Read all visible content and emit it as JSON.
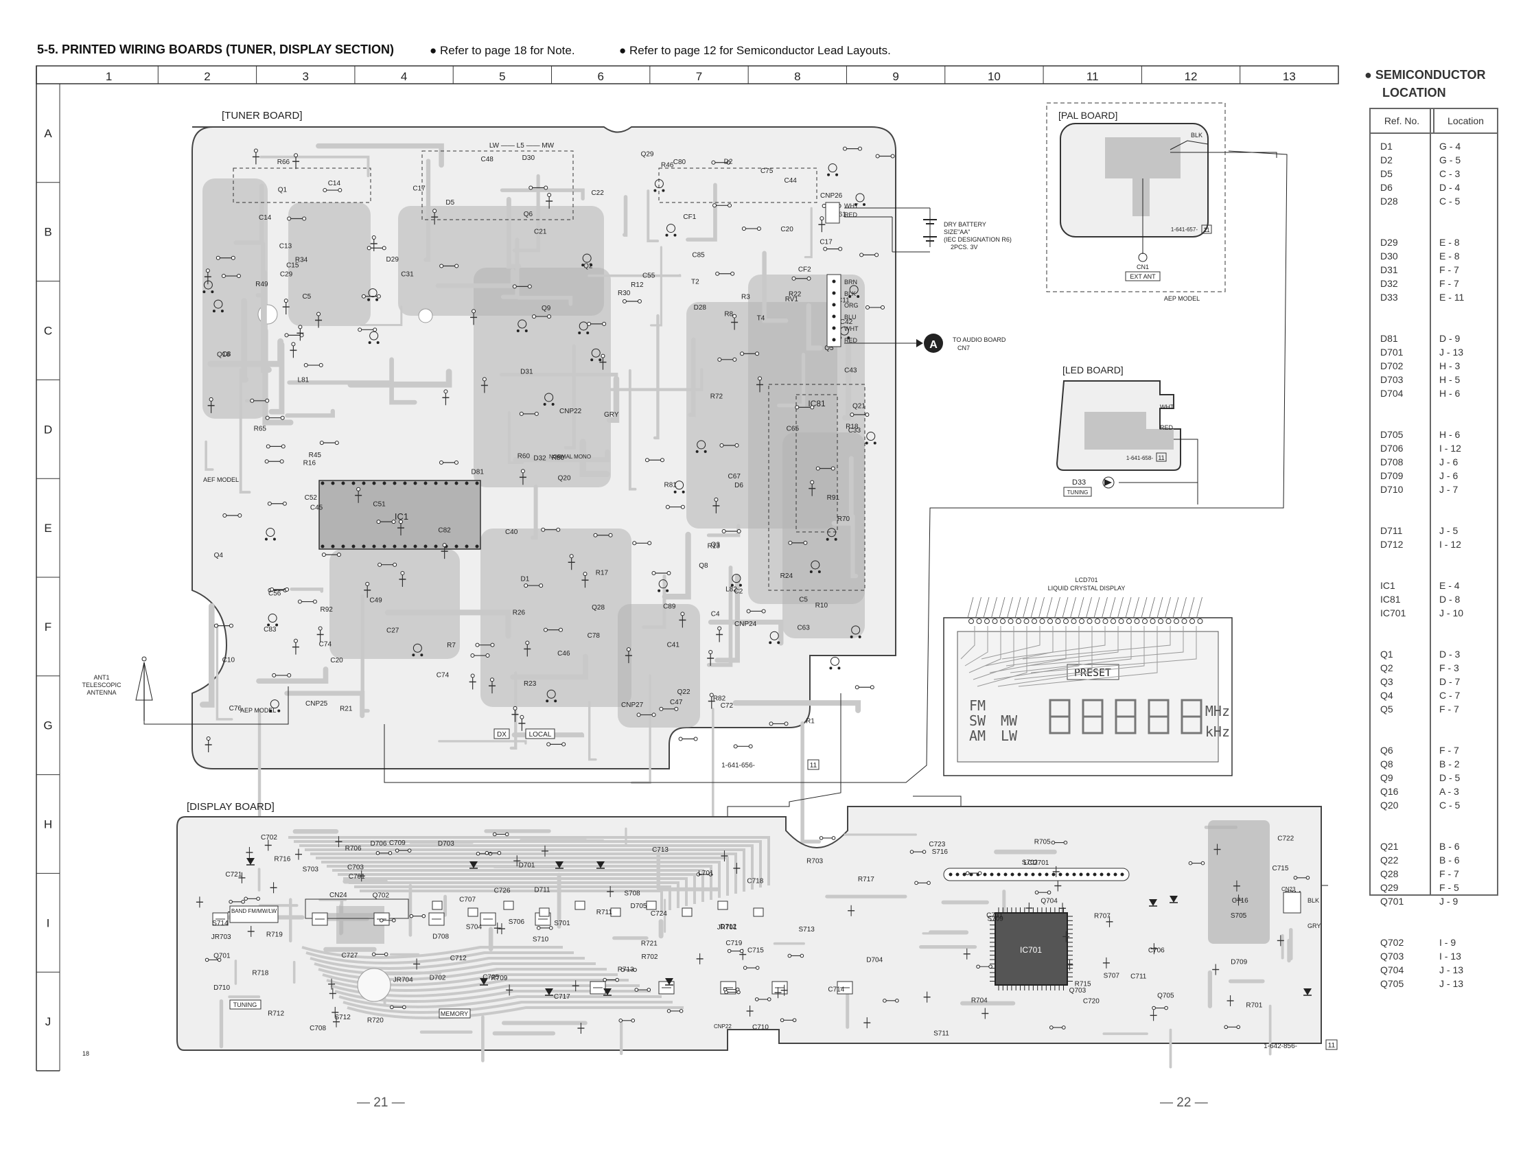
{
  "header": {
    "title": "5-5. PRINTED WIRING BOARDS (TUNER, DISPLAY SECTION)",
    "note1": "● Refer to page 18 for Note.",
    "note2": "● Refer to page 12 for Semiconductor Lead Layouts."
  },
  "grid": {
    "columns": [
      "1",
      "2",
      "3",
      "4",
      "5",
      "6",
      "7",
      "8",
      "9",
      "10",
      "11",
      "12",
      "13"
    ],
    "rows": [
      "A",
      "B",
      "C",
      "D",
      "E",
      "F",
      "G",
      "H",
      "I",
      "J"
    ]
  },
  "boards": {
    "tuner": {
      "title": "[TUNER BOARD]",
      "part_no": "1-641-656-",
      "mark": "11",
      "ic_label": "IC1",
      "ic81_label": "IC81",
      "lw_band": "LW —— L5 —— MW",
      "aef_model": "AEF MODEL",
      "aep_model": "AEP MODEL",
      "cnp26": "CNP26",
      "cnp25": "CNP25",
      "cnp24": "CNP24",
      "cnp27": "CNP27",
      "cnp22": "CNP22",
      "dx_label": "DX",
      "local_label": "LOCAL",
      "gry": "GRY",
      "mono": "NORMAL MONO"
    },
    "pal": {
      "title": "[PAL BOARD]",
      "part_no": "1-641-657-",
      "mark": "11",
      "blk": "BLK",
      "cn1": "CN1",
      "ext_ant": "EXT ANT",
      "model": "AEP MODEL"
    },
    "led": {
      "title": "[LED BOARD]",
      "part_no": "1-641-658-",
      "mark": "11",
      "wht": "WHT",
      "red": "RED",
      "d33": "D33",
      "tuning": "TUNING"
    },
    "display": {
      "title": "[DISPLAY BOARD]",
      "part_no": "1-642-856-",
      "mark": "11",
      "ic_label": "IC701",
      "lcd_label": "LCD701",
      "cn_label": "CN24",
      "band_label": "BAND FM/MW/LW",
      "tuning_label": "TUNING",
      "memory_label": "MEMORY",
      "cn23": "CN23",
      "gry": "GRY",
      "blk": "BLK",
      "cnp22": "CNP22"
    }
  },
  "battery": {
    "line1": "DRY BATTERY",
    "line2": "SIZE\"AA\"",
    "line3": "(IEC DESIGNATION R6)",
    "line4": "2PCS. 3V"
  },
  "connector_a": {
    "label": "A",
    "text1": "TO AUDIO BOARD",
    "text2": "CN7"
  },
  "antenna": {
    "line1": "ANT1",
    "line2": "TELESCOPIC",
    "line3": "ANTENNA"
  },
  "wire_colors": [
    "WHT",
    "RED"
  ],
  "khe_colors": [
    "BRN",
    "BLK",
    "ORG",
    "BLU",
    "WHT",
    "RED"
  ],
  "lcd": {
    "caption1": "LCD701",
    "caption2": "LIQUID CRYSTAL DISPLAY",
    "preset": "PRESET",
    "fm": "FM",
    "sw": "SW",
    "am": "AM",
    "mw": "MW",
    "lw": "LW",
    "mhz": "MHz",
    "khz": "kHz"
  },
  "tuner_labels": [
    {
      "t": "R49"
    },
    {
      "t": "R45"
    },
    {
      "t": "Q16"
    },
    {
      "t": "R46"
    },
    {
      "t": "C44"
    },
    {
      "t": "C55"
    },
    {
      "t": "C43"
    },
    {
      "t": "Q22"
    },
    {
      "t": "C46"
    },
    {
      "t": "C51"
    },
    {
      "t": "Q21"
    },
    {
      "t": "R91"
    },
    {
      "t": "C75"
    },
    {
      "t": "C76"
    },
    {
      "t": "C49"
    },
    {
      "t": "R66"
    },
    {
      "t": "R92"
    },
    {
      "t": "Q8"
    },
    {
      "t": "C74"
    },
    {
      "t": "D28"
    },
    {
      "t": "C2"
    },
    {
      "t": "R1"
    },
    {
      "t": "C56"
    },
    {
      "t": "T2"
    },
    {
      "t": "C52"
    },
    {
      "t": "Q20"
    },
    {
      "t": "C65"
    },
    {
      "t": "D5"
    },
    {
      "t": "C48"
    },
    {
      "t": "C78"
    },
    {
      "t": "C63"
    },
    {
      "t": "R65"
    },
    {
      "t": "C45"
    },
    {
      "t": "Q1"
    },
    {
      "t": "R3"
    },
    {
      "t": "C17"
    },
    {
      "t": "C31"
    },
    {
      "t": "Q4"
    },
    {
      "t": "C27"
    },
    {
      "t": "D6"
    },
    {
      "t": "C61"
    },
    {
      "t": "R23"
    },
    {
      "t": "R18"
    },
    {
      "t": "C10"
    },
    {
      "t": "C5"
    },
    {
      "t": "C5"
    },
    {
      "t": "Q9"
    },
    {
      "t": "R24"
    },
    {
      "t": "R30"
    },
    {
      "t": "Q3"
    },
    {
      "t": "CF1"
    },
    {
      "t": "C4"
    },
    {
      "t": "L81"
    },
    {
      "t": "R8"
    },
    {
      "t": "CF2"
    },
    {
      "t": "R10"
    },
    {
      "t": "D81"
    },
    {
      "t": "R7"
    },
    {
      "t": "C21"
    },
    {
      "t": "R22"
    },
    {
      "t": "D30"
    },
    {
      "t": "C74"
    },
    {
      "t": "R17"
    },
    {
      "t": "C22"
    },
    {
      "t": "D29"
    },
    {
      "t": "T4"
    },
    {
      "t": "C8"
    },
    {
      "t": "R16"
    },
    {
      "t": "C42"
    },
    {
      "t": "C13"
    },
    {
      "t": "C15"
    },
    {
      "t": "C17"
    },
    {
      "t": "C20"
    },
    {
      "t": "R80"
    },
    {
      "t": "R21"
    },
    {
      "t": "Q28"
    },
    {
      "t": "C41"
    },
    {
      "t": "C11"
    },
    {
      "t": "R12"
    },
    {
      "t": "C33"
    },
    {
      "t": "Q5"
    },
    {
      "t": "R81"
    },
    {
      "t": "C89"
    },
    {
      "t": "R60"
    },
    {
      "t": "C14"
    },
    {
      "t": "C14"
    },
    {
      "t": "C20"
    },
    {
      "t": "C29"
    },
    {
      "t": "R13"
    },
    {
      "t": "D32"
    },
    {
      "t": "R34"
    },
    {
      "t": "C72"
    },
    {
      "t": "Q29"
    },
    {
      "t": "D31"
    },
    {
      "t": "Q2"
    },
    {
      "t": "C47"
    },
    {
      "t": "Q6"
    },
    {
      "t": "R26"
    },
    {
      "t": "R70"
    },
    {
      "t": "D1"
    },
    {
      "t": "D2"
    },
    {
      "t": "R72"
    },
    {
      "t": "C67"
    },
    {
      "t": "RV1"
    },
    {
      "t": "C40"
    },
    {
      "t": "R82"
    },
    {
      "t": "C83"
    },
    {
      "t": "C82"
    },
    {
      "t": "C85"
    },
    {
      "t": "C80"
    },
    {
      "t": "L82"
    }
  ],
  "display_labels": [
    {
      "t": "D702"
    },
    {
      "t": "D703"
    },
    {
      "t": "R703"
    },
    {
      "t": "D704"
    },
    {
      "t": "D705"
    },
    {
      "t": "S701"
    },
    {
      "t": "S716"
    },
    {
      "t": "S711"
    },
    {
      "t": "S710"
    },
    {
      "t": "S709"
    },
    {
      "t": "S708"
    },
    {
      "t": "S707"
    },
    {
      "t": "C708"
    },
    {
      "t": "C706"
    },
    {
      "t": "C707"
    },
    {
      "t": "R706"
    },
    {
      "t": "L701"
    },
    {
      "t": "C711"
    },
    {
      "t": "D706"
    },
    {
      "t": "D712"
    },
    {
      "t": "C721"
    },
    {
      "t": "C718"
    },
    {
      "t": "R709"
    },
    {
      "t": "R716"
    },
    {
      "t": "C710"
    },
    {
      "t": "Q702"
    },
    {
      "t": "C717"
    },
    {
      "t": "C715"
    },
    {
      "t": "C719"
    },
    {
      "t": "C727"
    },
    {
      "t": "R707"
    },
    {
      "t": "C714"
    },
    {
      "t": "C720"
    },
    {
      "t": "Q703"
    },
    {
      "t": "Q704"
    },
    {
      "t": "R704"
    },
    {
      "t": "R705"
    },
    {
      "t": "R721"
    },
    {
      "t": "R720"
    },
    {
      "t": "R719"
    },
    {
      "t": "R715"
    },
    {
      "t": "JR701"
    },
    {
      "t": "JR703"
    },
    {
      "t": "D711"
    },
    {
      "t": "D710"
    },
    {
      "t": "S705"
    },
    {
      "t": "S704"
    },
    {
      "t": "S703"
    },
    {
      "t": "D708"
    },
    {
      "t": "D709"
    },
    {
      "t": "C702"
    },
    {
      "t": "C703"
    },
    {
      "t": "S702"
    },
    {
      "t": "C712"
    },
    {
      "t": "R718"
    },
    {
      "t": "R714"
    },
    {
      "t": "C716"
    },
    {
      "t": "S706"
    },
    {
      "t": "S714"
    },
    {
      "t": "S713"
    },
    {
      "t": "JR704"
    },
    {
      "t": "S712"
    },
    {
      "t": "R711"
    },
    {
      "t": "R712"
    },
    {
      "t": "C723"
    },
    {
      "t": "C731"
    },
    {
      "t": "C726"
    },
    {
      "t": "C715"
    },
    {
      "t": "R701"
    },
    {
      "t": "C701"
    },
    {
      "t": "R702"
    },
    {
      "t": "C713"
    },
    {
      "t": "C722"
    },
    {
      "t": "C725"
    },
    {
      "t": "C724"
    },
    {
      "t": "C709"
    },
    {
      "t": "Q705"
    },
    {
      "t": "D701"
    },
    {
      "t": "Q701"
    },
    {
      "t": "R717"
    },
    {
      "t": "R713"
    }
  ],
  "semiconductor_location": {
    "title_line1": "● SEMICONDUCTOR",
    "title_line2": "LOCATION",
    "col_ref": "Ref. No.",
    "col_loc": "Location",
    "groups": [
      [
        [
          "D1",
          "G - 4"
        ],
        [
          "D2",
          "G - 5"
        ],
        [
          "D5",
          "C - 3"
        ],
        [
          "D6",
          "D - 4"
        ],
        [
          "D28",
          "C - 5"
        ]
      ],
      [
        [
          "D29",
          "E - 8"
        ],
        [
          "D30",
          "E - 8"
        ],
        [
          "D31",
          "F - 7"
        ],
        [
          "D32",
          "F - 7"
        ],
        [
          "D33",
          "E - 11"
        ]
      ],
      [
        [
          "D81",
          "D - 9"
        ],
        [
          "D701",
          "J - 13"
        ],
        [
          "D702",
          "H - 3"
        ],
        [
          "D703",
          "H - 5"
        ],
        [
          "D704",
          "H - 6"
        ]
      ],
      [
        [
          "D705",
          "H - 6"
        ],
        [
          "D706",
          "I - 12"
        ],
        [
          "D708",
          "J - 6"
        ],
        [
          "D709",
          "J - 6"
        ],
        [
          "D710",
          "J - 7"
        ]
      ],
      [
        [
          "D711",
          "J - 5"
        ],
        [
          "D712",
          "I - 12"
        ]
      ],
      [
        [
          "IC1",
          "E - 4"
        ],
        [
          "IC81",
          "D - 8"
        ],
        [
          "IC701",
          "J - 10"
        ]
      ],
      [
        [
          "Q1",
          "D - 3"
        ],
        [
          "Q2",
          "F - 3"
        ],
        [
          "Q3",
          "D - 7"
        ],
        [
          "Q4",
          "C - 7"
        ],
        [
          "Q5",
          "F - 7"
        ]
      ],
      [
        [
          "Q6",
          "F - 7"
        ],
        [
          "Q8",
          "B - 2"
        ],
        [
          "Q9",
          "D - 5"
        ],
        [
          "Q16",
          "A - 3"
        ],
        [
          "Q20",
          "C - 5"
        ]
      ],
      [
        [
          "Q21",
          "B - 6"
        ],
        [
          "Q22",
          "B - 6"
        ],
        [
          "Q28",
          "F - 7"
        ],
        [
          "Q29",
          "F - 5"
        ],
        [
          "Q701",
          "J - 9"
        ]
      ],
      [
        [
          "Q702",
          "I - 9"
        ],
        [
          "Q703",
          "I - 13"
        ],
        [
          "Q704",
          "J - 13"
        ],
        [
          "Q705",
          "J - 13"
        ]
      ]
    ]
  },
  "page_numbers": {
    "left": "— 21 —",
    "right": "— 22 —",
    "small": "18"
  },
  "colors": {
    "trace": "#c9c9c9",
    "trace_dark": "#b3b3b3",
    "line": "#222222",
    "grid": "#333333"
  }
}
